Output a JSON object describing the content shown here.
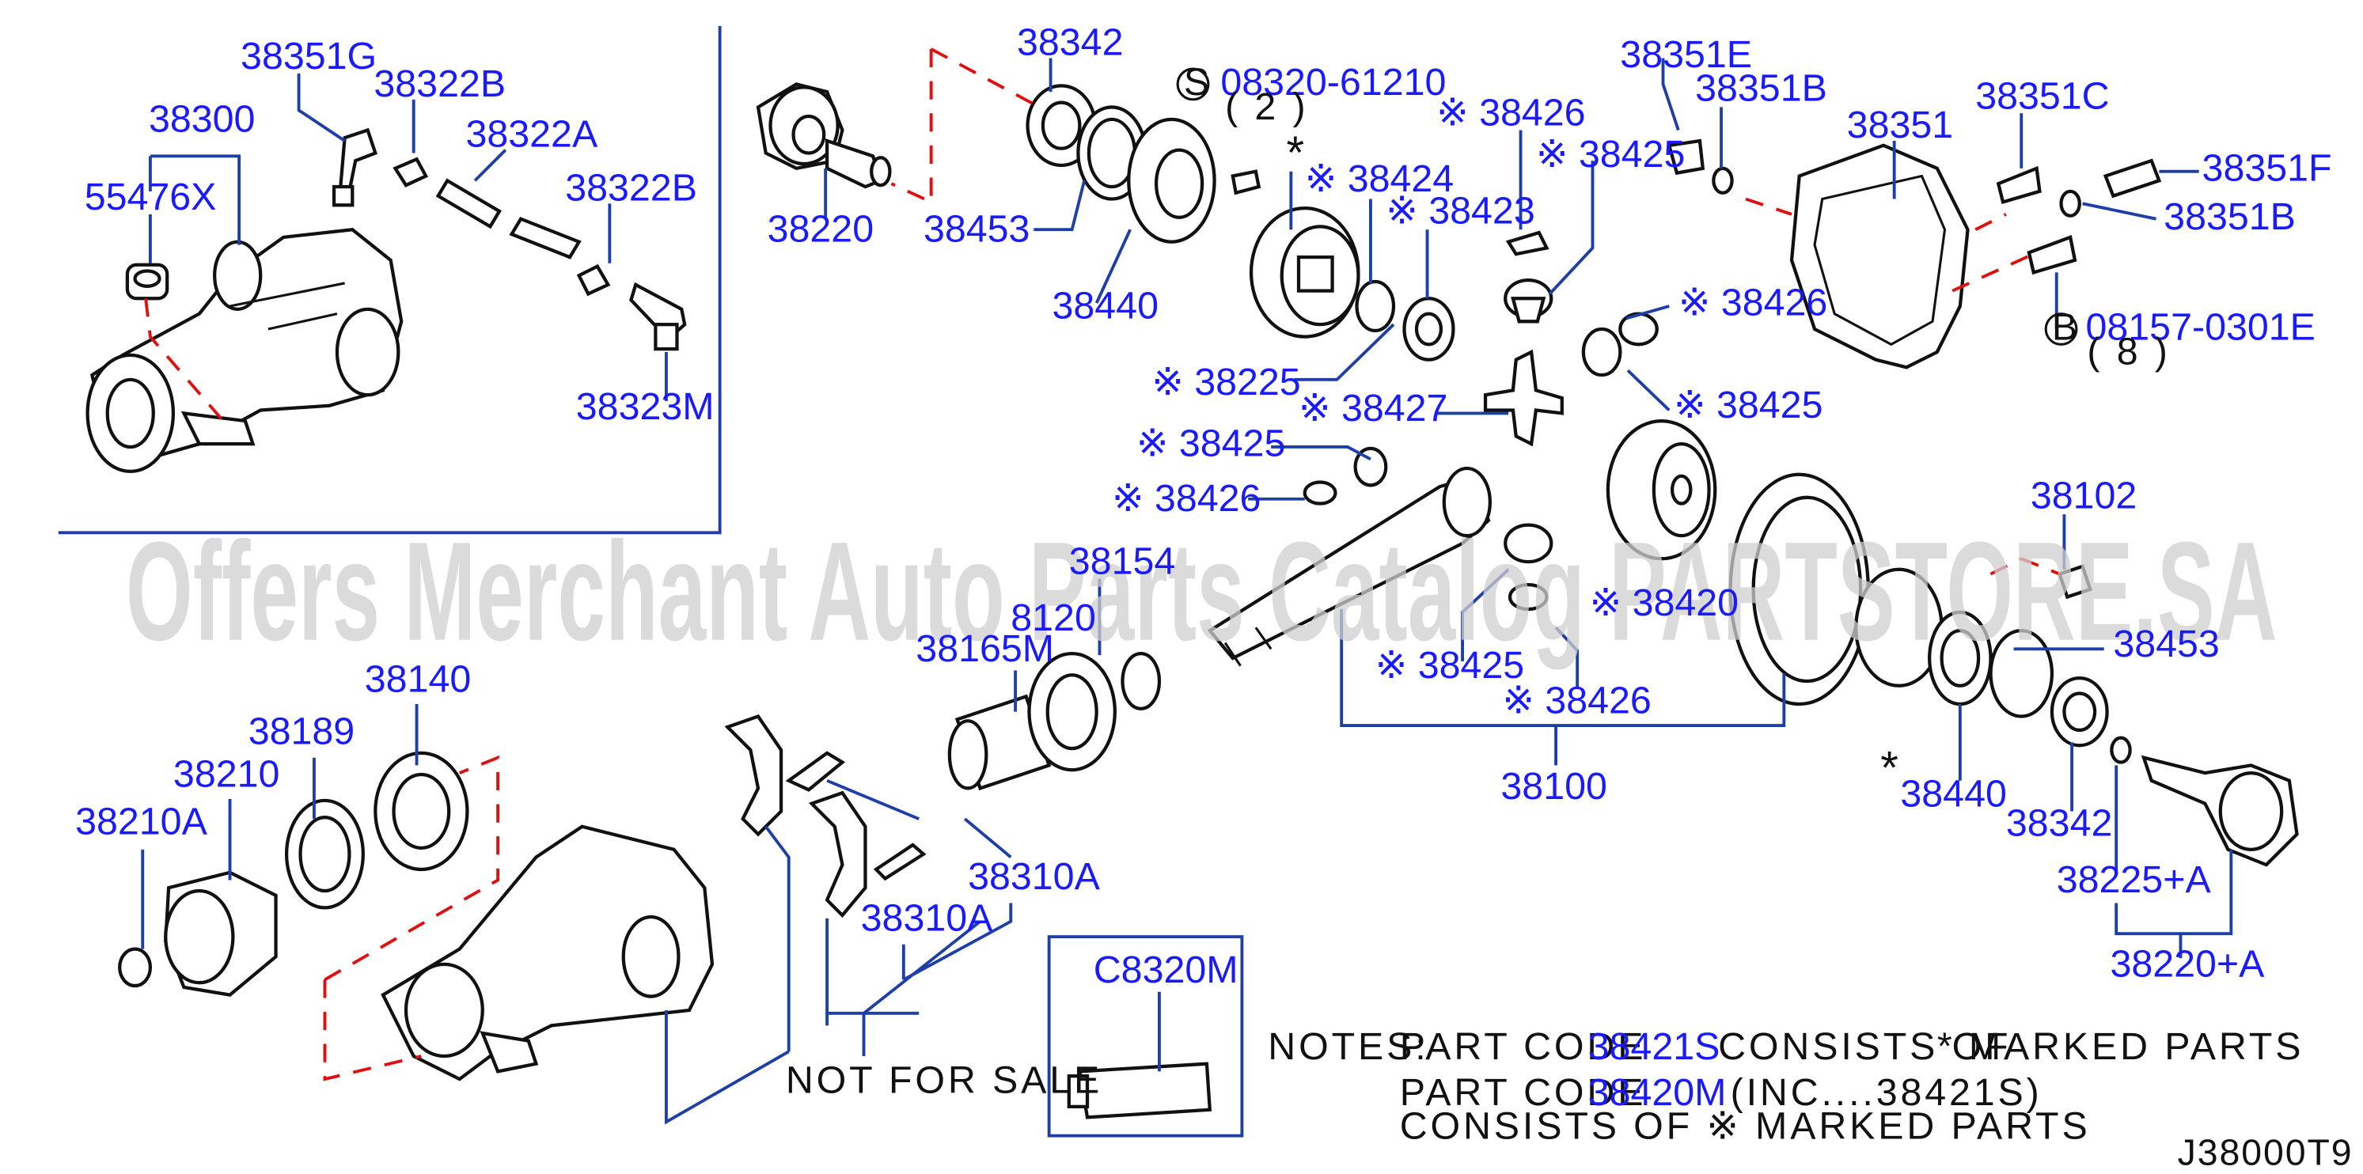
{
  "watermark": "Offers Merchant Auto Parts Catalog PARTSTORE.SA",
  "diagram_code": "J38000T9",
  "labels": {
    "p38351G": "38351G",
    "p38322B_a": "38322B",
    "p38300": "38300",
    "p38322A": "38322A",
    "p55476X": "55476X",
    "p38322B_b": "38322B",
    "p38323M": "38323M",
    "p38342_a": "38342",
    "p08320": "08320-61210",
    "p08320_qty": "( 2 )",
    "p38220": "38220",
    "p38453_a": "38453",
    "p38440_a": "38440",
    "p38424": "※ 38424",
    "p38423": "※ 38423",
    "p38426_a": "※ 38426",
    "p38425_a": "※ 38425",
    "p38351E": "38351E",
    "p38351B_a": "38351B",
    "p38351": "38351",
    "p38351C": "38351C",
    "p38351F": "38351F",
    "p38351B_b": "38351B",
    "p08157": "08157-0301E",
    "p08157_qty": "( 8 )",
    "p38426_b": "※ 38426",
    "p38225_a": "※ 38225",
    "p38427": "※ 38427",
    "p38425_b": "※ 38425",
    "p38425_c": "※ 38425",
    "p38426_c": "※ 38426",
    "p38102": "38102",
    "p38154": "38154",
    "p38120": "8120",
    "p38165M": "38165M",
    "p38420": "※ 38420",
    "p38425_d": "※ 38425",
    "p38426_d": "※ 38426",
    "p38453_b": "38453",
    "p38100": "38100",
    "p38440_b": "38440",
    "p38342_b": "38342",
    "p38225A": "38225+A",
    "p38220A": "38220+A",
    "p38140": "38140",
    "p38189": "38189",
    "p38210": "38210",
    "p38210A": "38210A",
    "p38310A_a": "38310A",
    "p38310A_b": "38310A",
    "pC8320M": "C8320M",
    "not_for_sale": "NOT FOR SALE"
  },
  "symbols": {
    "S": "S",
    "B": "B",
    "star_a": "*",
    "star_b": "*"
  },
  "notes": {
    "title": "NOTES:",
    "line1_a": "PART CODE",
    "line1_code": "38421S",
    "line1_b": "CONSISTS OF",
    "line1_c": "* MARKED PARTS",
    "line2_a": "PART CODE",
    "line2_code": "38420M",
    "line2_b": "(INC....38421S)",
    "line3": "CONSISTS OF ※ MARKED PARTS"
  }
}
